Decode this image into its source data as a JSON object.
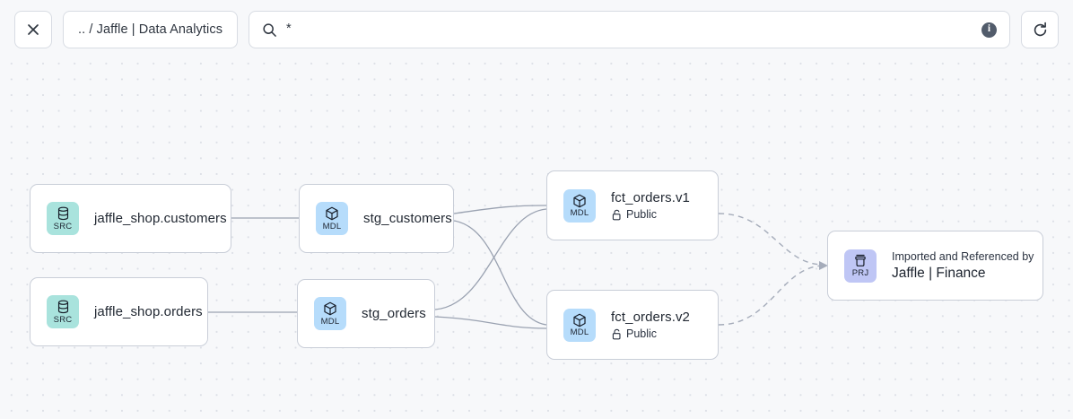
{
  "toolbar": {
    "close_label": "×",
    "close_icon": "close-icon",
    "breadcrumb": ".. / Jaffle | Data Analytics",
    "search_value": "*",
    "search_placeholder": "Search",
    "search_icon": "search-icon",
    "info_label": "i",
    "info_icon": "info-icon",
    "refresh_icon": "refresh-icon"
  },
  "colors": {
    "canvas_bg": "#f7f8fa",
    "grid_dot": "#dcdfe6",
    "node_border": "#c9ced8",
    "src_badge": "#a9e3dd",
    "mdl_badge": "#b6dcfb",
    "prj_badge": "#bfc6f5",
    "edge": "#9aa2b1",
    "text": "#222933"
  },
  "graph": {
    "nodes": [
      {
        "id": "jaffle_shop_customers",
        "kind": "SRC",
        "icon": "database-icon",
        "title": "jaffle_shop.customers",
        "sub": "",
        "eyebrow": ""
      },
      {
        "id": "jaffle_shop_orders",
        "kind": "SRC",
        "icon": "database-icon",
        "title": "jaffle_shop.orders",
        "sub": "",
        "eyebrow": ""
      },
      {
        "id": "stg_customers",
        "kind": "MDL",
        "icon": "cube-icon",
        "title": "stg_customers",
        "sub": "",
        "eyebrow": ""
      },
      {
        "id": "stg_orders",
        "kind": "MDL",
        "icon": "cube-icon",
        "title": "stg_orders",
        "sub": "",
        "eyebrow": ""
      },
      {
        "id": "fct_orders_v1",
        "kind": "MDL",
        "icon": "cube-icon",
        "title": "fct_orders.v1",
        "sub": "Public",
        "sub_icon": "unlock-icon",
        "eyebrow": ""
      },
      {
        "id": "fct_orders_v2",
        "kind": "MDL",
        "icon": "cube-icon",
        "title": "fct_orders.v2",
        "sub": "Public",
        "sub_icon": "unlock-icon",
        "eyebrow": ""
      },
      {
        "id": "jaffle_finance",
        "kind": "PRJ",
        "icon": "archive-icon",
        "eyebrow": "Imported and Referenced by",
        "title": "Jaffle | Finance",
        "sub": ""
      }
    ],
    "badge_labels": {
      "src": "SRC",
      "mdl": "MDL",
      "prj": "PRJ"
    }
  }
}
